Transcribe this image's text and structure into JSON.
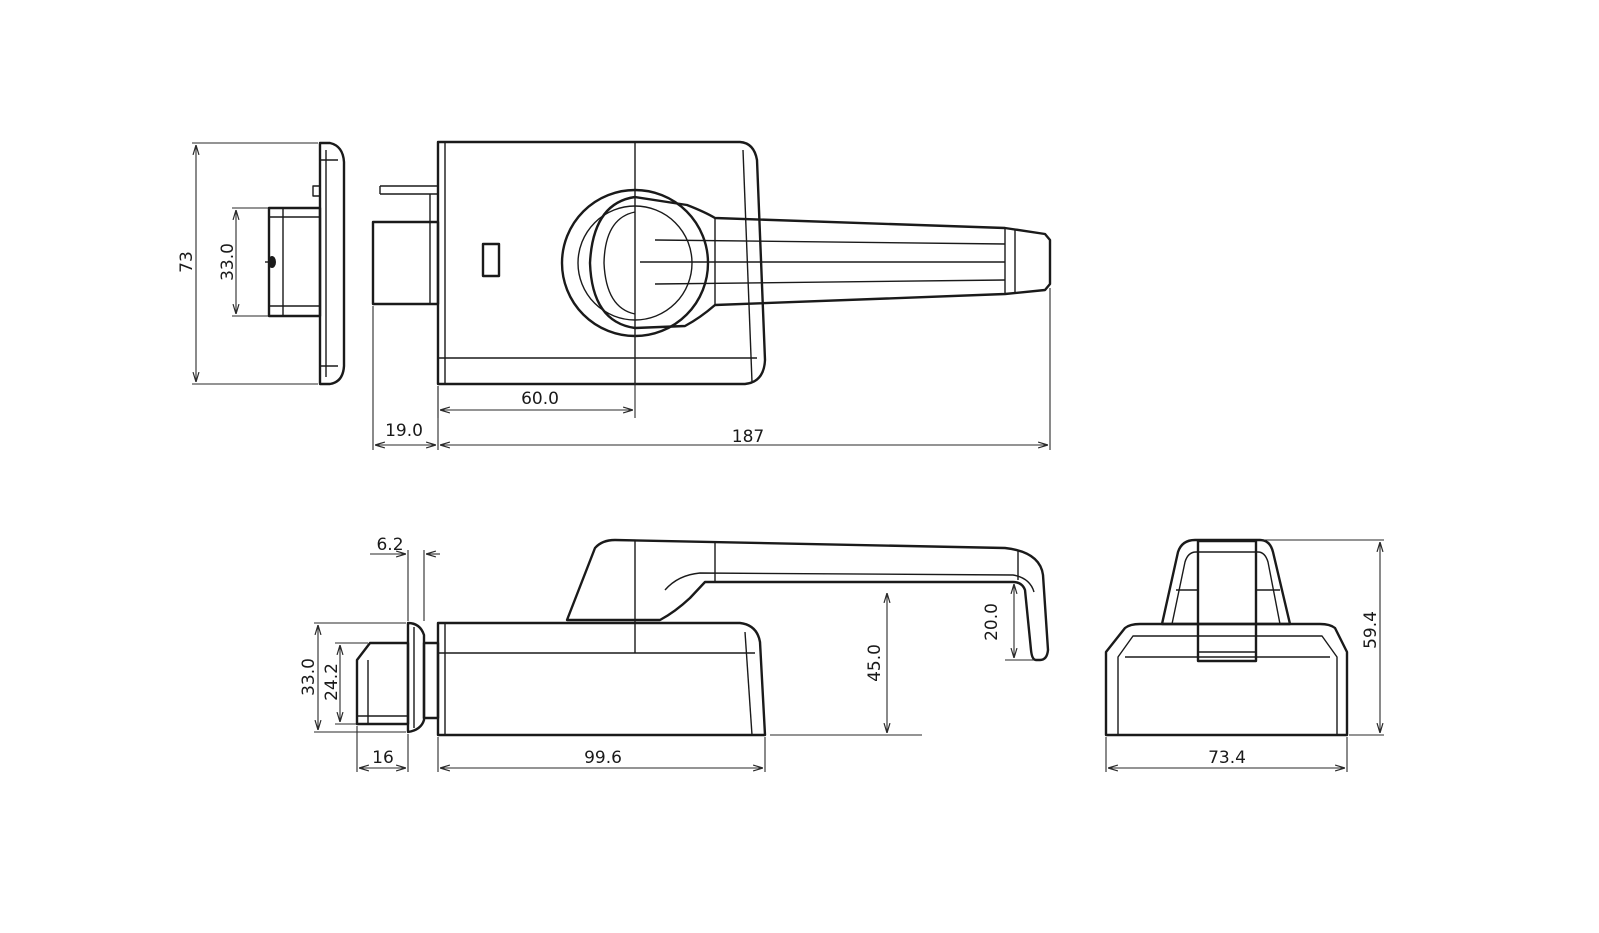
{
  "dimensions": {
    "side_height": "73",
    "side_key": "33.0",
    "top_bolt": "19.0",
    "top_base": "60.0",
    "top_total": "187",
    "front_bolt_thick": "6.2",
    "front_strike_height": "33.0",
    "front_bolt_height": "24.2",
    "front_bolt_length": "16",
    "front_base_length": "99.6",
    "front_handle_height": "45.0",
    "front_tip": "20.0",
    "end_height": "59.4",
    "end_width": "73.4"
  }
}
